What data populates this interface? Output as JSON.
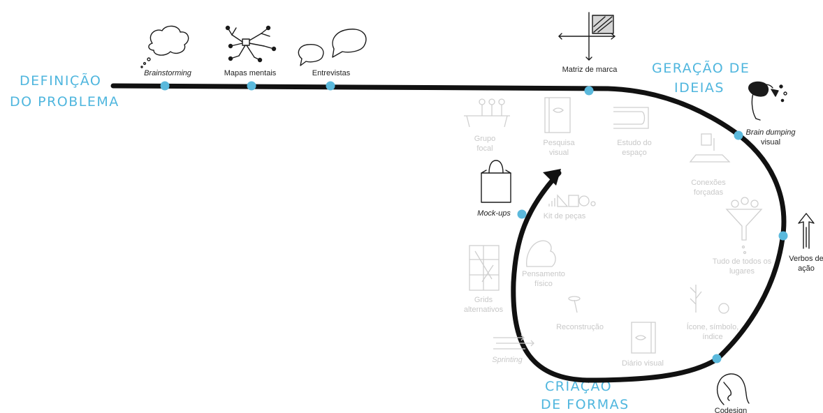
{
  "phases": {
    "definicao": [
      "DEFINIÇÃO",
      "DO PROBLEMA"
    ],
    "geracao": [
      "GERAÇÃO DE",
      "IDEIAS"
    ],
    "criacao": [
      "CRIAÇÃO",
      "DE FORMAS"
    ]
  },
  "methods": {
    "brainstorming": "Brainstorming",
    "mapas": "Mapas mentais",
    "entrevistas": "Entrevistas",
    "matriz": "Matriz de marca",
    "brain_dumping": [
      "Brain dumping",
      "visual"
    ],
    "verbos": [
      "Verbos de",
      "ação"
    ],
    "codesign": "Codesign",
    "mockups": "Mock-ups"
  },
  "faded_methods": {
    "grupo_focal": [
      "Grupo",
      "focal"
    ],
    "pesquisa_visual": [
      "Pesquisa",
      "visual"
    ],
    "estudo_espaco": [
      "Estudo do",
      "espaço"
    ],
    "conexoes": [
      "Conexões",
      "forçadas"
    ],
    "tudo": [
      "Tudo de todos os",
      "lugares"
    ],
    "icone": [
      "Ícone, símbolo,",
      "índice"
    ],
    "diario": "Diário visual",
    "reconstrucao": "Reconstrução",
    "sprinting": "Sprinting",
    "grids": [
      "Grids",
      "alternativos"
    ],
    "pensamento": [
      "Pensamento",
      "físico"
    ],
    "kit": "Kit de peças"
  },
  "colors": {
    "accent": "#5bb9dc",
    "line": "#111111",
    "faded": "#c8c8c8"
  }
}
